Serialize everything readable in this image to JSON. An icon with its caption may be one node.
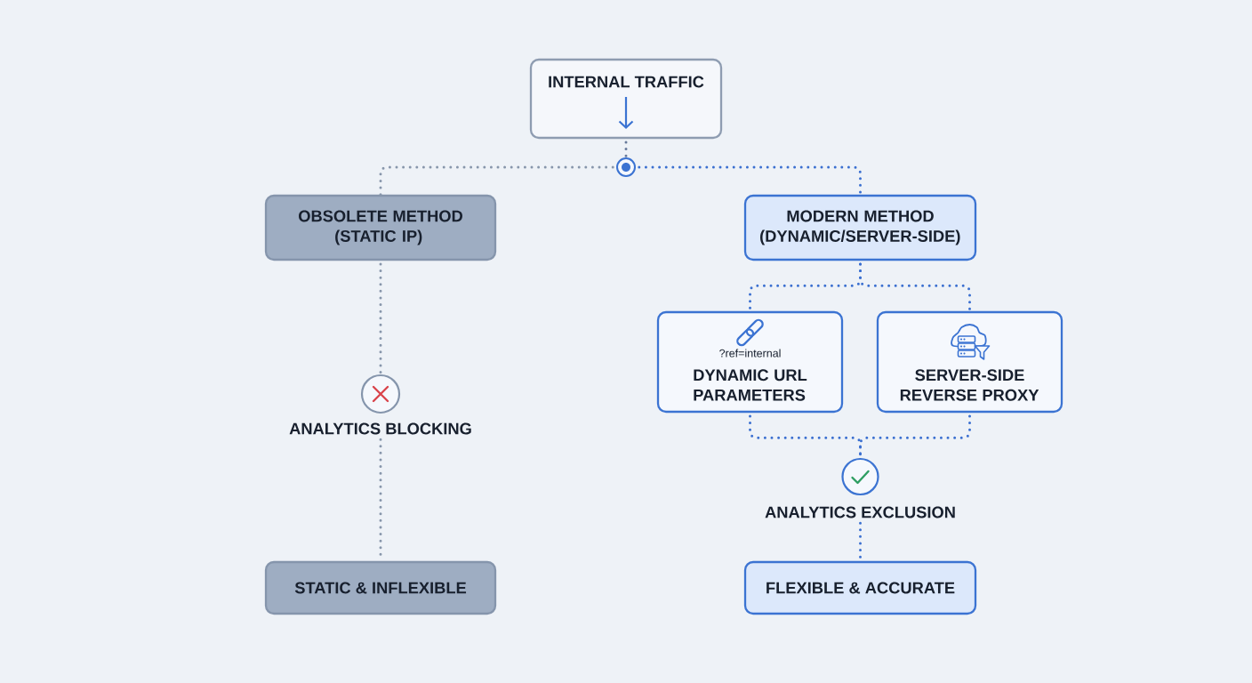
{
  "diagram": {
    "nodes": [
      {
        "text": [
          "INTERNAL TRAFFIC"
        ]
      },
      {
        "text": [],
        "shape": "circle"
      },
      {
        "text": [
          "OBSOLETE METHOD (STATIC IP)"
        ]
      },
      {
        "text": [
          "MODERN METHOD (DYNAMIC/SERVER-SIDE)"
        ]
      },
      {
        "text": [
          "?ref=internal",
          "DYNAMIC URL PARAMETERS"
        ]
      },
      {
        "text": [
          "SERVER-SIDE REVERSE PROXY"
        ]
      },
      {
        "text": [
          "ANALYTICS BLOCKING"
        ]
      },
      {
        "text": [
          "ANALYTICS EXCLUSION"
        ]
      },
      {
        "text": [
          "STATIC & INFLEXIBLE"
        ]
      },
      {
        "text": [
          "FLEXIBLE & ACCURATE"
        ]
      }
    ],
    "edges": [
      {
        "from": 0,
        "to": 1,
        "arrow": "none",
        "color": "#66799a"
      },
      {
        "from": 1,
        "to": 2,
        "arrow": "none",
        "color": "#8796ab"
      },
      {
        "from": 1,
        "to": 3,
        "arrow": "none"
      },
      {
        "from": 2,
        "to": 6,
        "arrow": "none",
        "color": "#8796ab"
      },
      {
        "from": 3,
        "to": 4,
        "arrow": "none"
      },
      {
        "from": 3,
        "to": 5,
        "arrow": "none"
      },
      {
        "from": 4,
        "to": 7,
        "arrow": "none"
      },
      {
        "from": 5,
        "to": 7,
        "arrow": "none"
      },
      {
        "from": 6,
        "to": 8,
        "arrow": "none",
        "color": "#8796ab"
      },
      {
        "from": 7,
        "to": 9,
        "arrow": "none"
      }
    ]
  }
}
